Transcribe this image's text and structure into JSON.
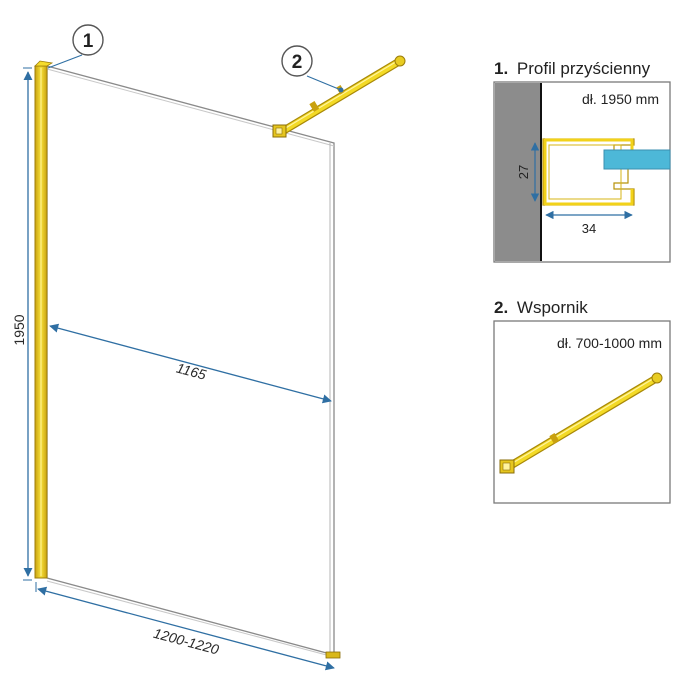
{
  "callouts": [
    "1",
    "2"
  ],
  "dimensions": {
    "height": "1950",
    "glass_width": "1165",
    "total_width": "1200-1220"
  },
  "detail_profile": {
    "number": "1.",
    "title": "Profil przyścienny",
    "length": "dł. 1950 mm",
    "dim_height": "27",
    "dim_width": "34"
  },
  "detail_bracket": {
    "number": "2.",
    "title": "Wspornik",
    "length": "dł. 700-1000 mm"
  },
  "colors": {
    "gold": "#f2d21a",
    "gold_dark": "#b8930c",
    "dimension_blue": "#2f6fa3",
    "glass_blue": "#4db8d8",
    "wall_gray": "#8c8c8c",
    "box_border": "#7a7a7a"
  }
}
